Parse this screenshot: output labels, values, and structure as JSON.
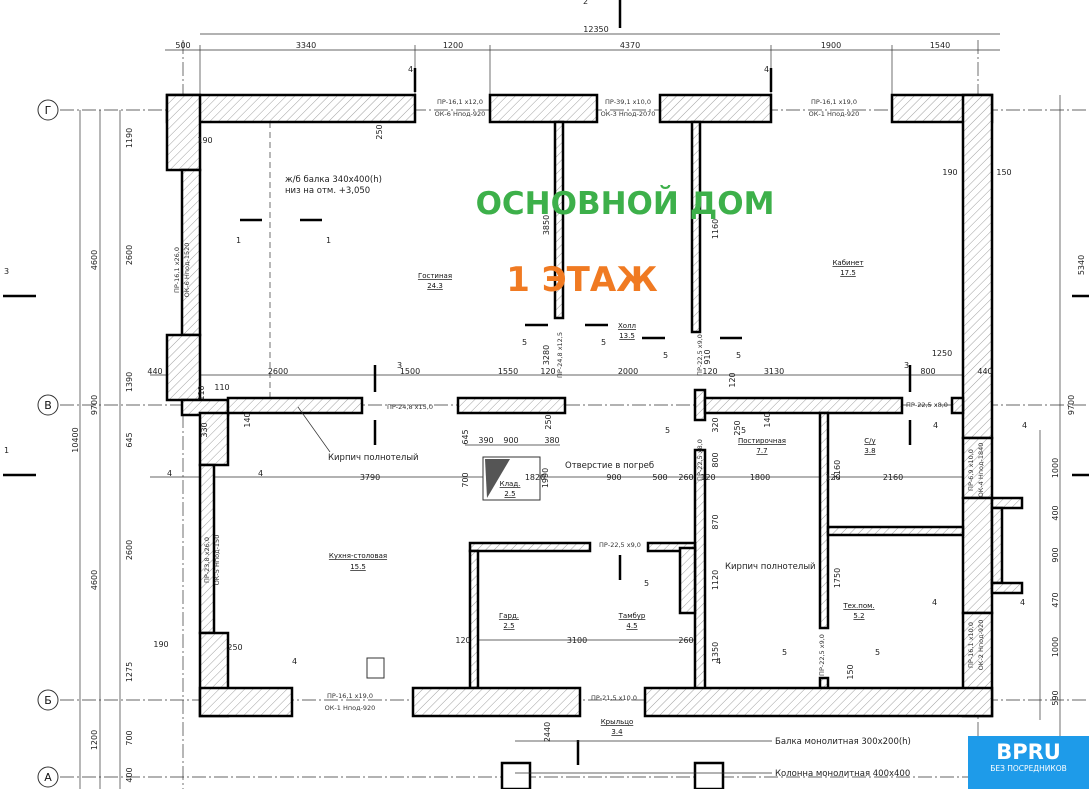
{
  "titles": {
    "house": "ОСНОВНОЙ ДОМ",
    "floor": "1 ЭТАЖ"
  },
  "colors": {
    "house": "#3db04a",
    "floor": "#f07a22",
    "logo_bg": "#1e9be9"
  },
  "axes": [
    "Г",
    "В",
    "Б",
    "А"
  ],
  "section_marks": [
    "1",
    "2",
    "3",
    "4",
    "5"
  ],
  "dims_top": {
    "total": "12350",
    "segments": [
      "500",
      "3340",
      "1200",
      "4370",
      "1900",
      "1540"
    ]
  },
  "dims_left": {
    "total": "10400",
    "a": "4600",
    "b": "9700",
    "c": "4600",
    "d": "1200",
    "e": "1190",
    "f": "2600",
    "g": "1390",
    "h": "645",
    "i": "2600",
    "j": "1275",
    "k": "700",
    "l": "400"
  },
  "dims_right": {
    "a": "5340",
    "b": "9700",
    "c": "1000",
    "d": "400",
    "e": "900",
    "f": "470",
    "g": "1000",
    "h": "590"
  },
  "dims_inner": [
    "440",
    "2600",
    "1500",
    "1550",
    "120",
    "2000",
    "120",
    "3130",
    "800",
    "440",
    "3790",
    "1820",
    "900",
    "500",
    "260",
    "120",
    "1800",
    "120",
    "2160",
    "3100",
    "120",
    "260",
    "645",
    "900",
    "380",
    "390",
    "700",
    "1990",
    "250",
    "190",
    "250",
    "190",
    "150",
    "1250",
    "3280",
    "3850",
    "1160",
    "1120",
    "1350",
    "1750",
    "2160",
    "2440",
    "910",
    "150",
    "110",
    "110",
    "140",
    "320",
    "120",
    "140",
    "800",
    "870",
    "330",
    "250",
    "190",
    "250"
  ],
  "rooms": [
    {
      "name": "Гостиная",
      "area": "24.3"
    },
    {
      "name": "Холл",
      "area": "13.5"
    },
    {
      "name": "Кабинет",
      "area": "17.5"
    },
    {
      "name": "Постирочная",
      "area": "7.7"
    },
    {
      "name": "С/у",
      "area": "3.8"
    },
    {
      "name": "Кухня-столовая",
      "area": "15.5"
    },
    {
      "name": "Клад.",
      "area": "2.5"
    },
    {
      "name": "Гард.",
      "area": "2.5"
    },
    {
      "name": "Тамбур",
      "area": "4.5"
    },
    {
      "name": "Тех.пом.",
      "area": "5.2"
    },
    {
      "name": "Крыльцо",
      "area": "3.4"
    }
  ],
  "annotations": {
    "beam1": "ж/б балка 340х400(h)",
    "beam1_level": "низ на отм. +3,050",
    "brick1": "Кирпич полнотелый",
    "cellar": "Отверстие в погреб",
    "brick2": "Кирпич полнотелый",
    "beam2": "Балка монолитная 300х200(h)",
    "column": "Колонна монолитная 400х400"
  },
  "openings": [
    {
      "pr": "ПР-16,1 х12,0",
      "ok": "ОК-6 Hпод-920"
    },
    {
      "pr": "ПР-39,1 х10,0",
      "ok": "ОК-3 Hпод-2070"
    },
    {
      "pr": "ПР-16,1 х19,0",
      "ok": "ОК-1 Hпод-920"
    },
    {
      "pr": "ПР-24,8 х15,0"
    },
    {
      "pr": "ПР-22,5 х8,0"
    },
    {
      "pr": "ПР-22,5 х9,0"
    },
    {
      "pr": "ПР-16,1 х19,0",
      "ok": "ОК-1 Hпод-920"
    },
    {
      "pr": "ПР-21,5 х10,0"
    },
    {
      "pr": "ПР-16,1 х26,0",
      "ok": "ОК-6 Hпод-1520"
    },
    {
      "pr": "ПР-23,8 х26,0",
      "ok": "ОК-5 Hпод-150"
    },
    {
      "pr": "ПР-24,8 х12,5"
    },
    {
      "pr": "ПР-22,5 х9,0"
    },
    {
      "pr": "ПР-22,5 х8,0"
    },
    {
      "pr": "ПР-6,9 х10,0",
      "ok": "ОК-4 Hпод-1840"
    },
    {
      "pr": "ПР-16,1 х10,0",
      "ok": "ОК-2 Hпод-920"
    },
    {
      "pr": "ПР-22,5 х9,0"
    }
  ],
  "logo": {
    "brand": "BPRU",
    "tagline": "БЕЗ ПОСРЕДНИКОВ"
  }
}
